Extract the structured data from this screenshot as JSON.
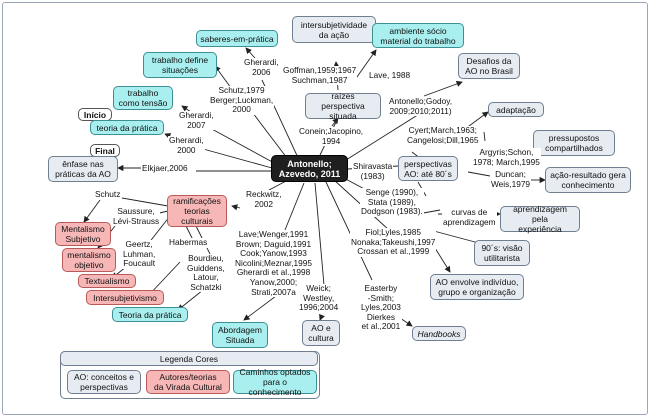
{
  "center": "Antonello;\nAzevedo, 2011",
  "boxes": {
    "saberes": "saberes-em-prática",
    "intersubj_acao": "intersubjetividade\nda ação",
    "ambiente": "ambiente sócio\nmaterial do trabalho",
    "desafios": "Desafios da\nAO no Brasil",
    "trabalho_situacoes": "trabalho define\nsituações",
    "trabalho_tensao": "trabalho\ncomo tensão",
    "inicio": "Início",
    "teoria_pratica_top": "teoria da prática",
    "raizes": "raízes perspectiva\nsituada",
    "adaptacao": "adaptação",
    "pressupostos": "pressupostos\ncompartilhados",
    "final": "Final",
    "enfase": "ênfase nas\npráticas da AO",
    "perspectivas": "perspectivas\nAO: até 80´s",
    "acao_resultado": "ação-resultado gera\nconhecimento",
    "ramificacoes": "ramificações\nteorias\nculturais",
    "mentalismo_subj": "Mentalismo\nSubjetivo",
    "mentalismo_obj": "mentalismo\nobjetivo",
    "textualismo": "Textualismo",
    "intersubjetivismo": "Intersubjetivismo",
    "teoria_pratica_bottom": "Teoria da prática",
    "curvas_box": "aprendizagem pela\nexperiência",
    "visao90": "90´s: visão\nutilitarista",
    "ao_envolve": "AO envolve indivíduo,\ngrupo e organização",
    "abordagem": "Abordagem\nSituada",
    "ao_cultura": "AO e\ncultura",
    "handbooks": "Handbooks"
  },
  "labels": {
    "gherardi2006": "Gherardi,\n2006",
    "goffman": "Goffman,1959;1967\nSuchman,1987",
    "lave1988": "Lave, 1988",
    "schutz_berger": "Schutz,1979\nBerger;Luckman,\n2000",
    "gherardi2007": "Gherardi,\n2007",
    "conein": "Conein;Jacopino,\n1994",
    "antonello": "Antonello;Godoy,\n2009;2010;2011)",
    "cyert": "Cyert;March,1963;\nCangelosi;Dill,1965",
    "argyris": "Argyris;Schon,\n1978; March,1995",
    "gherardi2000": "Gherardi,\n2000",
    "elkjaer": "Elkjaer,2006",
    "shiravasta": "Shiravasta\n(1983)",
    "duncan": "Duncan;\nWeis,1979",
    "schutz": "Schutz",
    "saussure": "Saussure,\nLévi-Strauss",
    "reckwitz": "Reckwitz,\n2002",
    "senge": "Senge (1990),\nStata (1989),\nDodgson (1983).",
    "curvas": "curvas de\naprendizagem",
    "geertz": "Geertz,\nLuhman,\nFoucault",
    "habermas": "Habermas",
    "bourdieu": "Bourdieu,\nGuiddens,\nLatour,\nSchatzki",
    "lave_list": "Lave;Wenger,1991\nBrown; Daguid,1991\nCook;Yanow,1993\nNicolini;Meznar,1995\nGherardi et al.,1998\nYanow,2000;\nStrati,2007a",
    "weick": "Weick;\nWestley,\n1996;2004",
    "fiol": "Fiol;Lyles,1985\nNonaka;Takeushi,1997\nCrossan et al.,1999",
    "easterby": "Easterby\n-Smith;\nLyles,2003\nDierkes\net al.,2001"
  },
  "legend": {
    "title": "Legenda Cores",
    "grey": "AO: conceitos e\nperspectivas",
    "pink": "Autores/teorias\nda Virada Cultural",
    "cyan": "Caminhos optados\npara o conhecimento"
  },
  "colors": {
    "grey": "#e6ecf2",
    "cyan": "#a9efef",
    "pink": "#f7b7b7",
    "dark": "#1f1f1f"
  }
}
